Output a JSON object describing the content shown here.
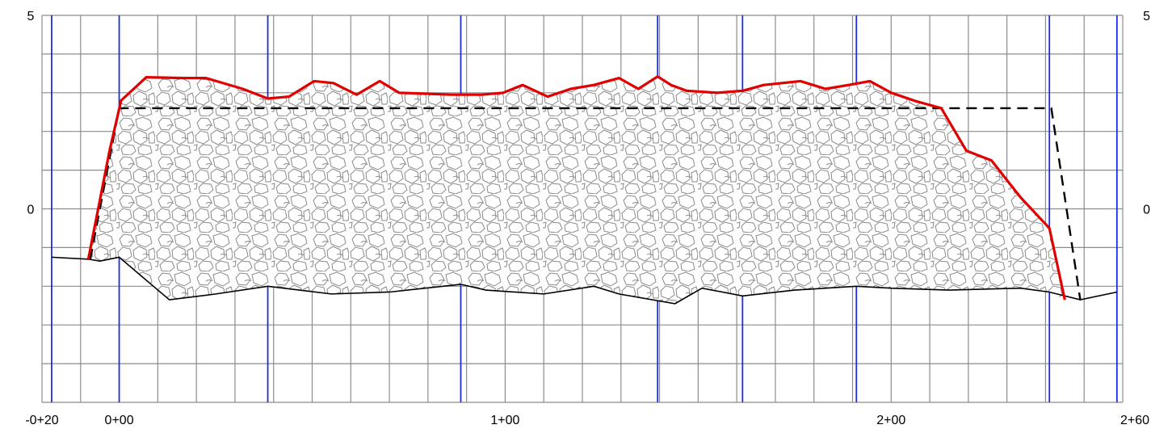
{
  "chart_data": {
    "type": "line",
    "title": "",
    "xlabel": "",
    "ylabel": "",
    "xlim": [
      -20,
      260
    ],
    "ylim": [
      -5,
      5
    ],
    "x_ticks": [
      {
        "value": -20,
        "label": "-0+20"
      },
      {
        "value": 0,
        "label": "0+00"
      },
      {
        "value": 100,
        "label": "1+00"
      },
      {
        "value": 200,
        "label": "2+00"
      },
      {
        "value": 260,
        "label": "2+60"
      }
    ],
    "y_ticks_left": [
      {
        "value": 5,
        "label": "5"
      },
      {
        "value": 0,
        "label": "0"
      }
    ],
    "y_ticks_right": [
      {
        "value": 5,
        "label": "5"
      },
      {
        "value": 0,
        "label": "0"
      }
    ],
    "grid": true,
    "grid_x_step": 10,
    "grid_y_step": 1,
    "station_lines_x": [
      -17.5,
      0,
      38.5,
      88.5,
      139.5,
      161.5,
      191,
      241,
      258.5
    ],
    "series": [
      {
        "style": "red-solid",
        "color": "#e00000",
        "x": [
          -8,
          -2.5,
          0.5,
          7,
          17,
          22.5,
          32,
          38.5,
          44,
          50.5,
          55.5,
          61.5,
          67.5,
          72.5,
          78,
          86,
          94,
          99.5,
          104.5,
          111,
          117,
          123,
          129.5,
          134.5,
          139.5,
          143,
          147,
          155,
          161.5,
          167,
          176.5,
          183,
          189,
          194.5,
          200,
          206.5,
          213,
          219.5,
          226,
          233.5,
          241,
          245
        ],
        "y": [
          -1.3,
          1.5,
          2.8,
          3.4,
          3.38,
          3.38,
          3.1,
          2.85,
          2.9,
          3.3,
          3.25,
          2.95,
          3.3,
          3.0,
          2.98,
          2.95,
          2.95,
          3.0,
          3.2,
          2.9,
          3.1,
          3.2,
          3.38,
          3.1,
          3.42,
          3.2,
          3.05,
          3.0,
          3.05,
          3.2,
          3.3,
          3.1,
          3.2,
          3.3,
          3.0,
          2.78,
          2.6,
          1.5,
          1.25,
          0.3,
          -0.5,
          -2.35
        ]
      },
      {
        "style": "black-dashed",
        "color": "#000000",
        "x": [
          -7.5,
          0,
          241.5,
          249
        ],
        "y": [
          -1.3,
          2.6,
          2.6,
          -2.35
        ]
      },
      {
        "style": "black-ground",
        "color": "#000000",
        "x": [
          -17.5,
          -8,
          -5,
          0,
          13,
          25,
          38.5,
          55,
          70,
          88.5,
          95,
          110,
          123,
          129.5,
          144,
          151,
          161.5,
          175,
          191,
          200,
          215,
          233.5,
          241,
          249,
          258.5
        ],
        "y": [
          -1.25,
          -1.3,
          -1.35,
          -1.25,
          -2.35,
          -2.2,
          -2.0,
          -2.2,
          -2.15,
          -1.95,
          -2.1,
          -2.2,
          -2.0,
          -2.2,
          -2.45,
          -2.05,
          -2.25,
          -2.1,
          -2.0,
          -2.05,
          -2.1,
          -2.05,
          -2.15,
          -2.35,
          -2.15
        ]
      }
    ]
  }
}
